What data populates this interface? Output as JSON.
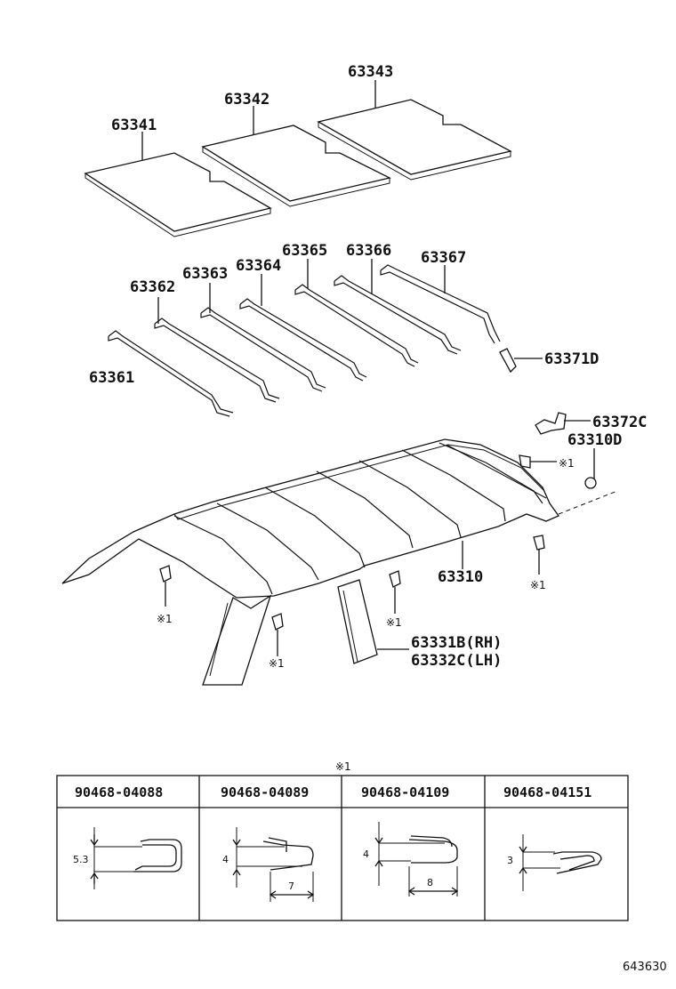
{
  "diagram_code": "643630",
  "parts": {
    "pad1": "63341",
    "pad2": "63342",
    "pad3": "63343",
    "bow1": "63361",
    "bow2": "63362",
    "bow3": "63363",
    "bow4": "63364",
    "bow5": "63365",
    "bow6": "63366",
    "bow7": "63367",
    "holder": "63371D",
    "clip_bracket": "63372C",
    "cap": "63310D",
    "headlining": "63310",
    "pillar_rh": "63331B(RH)",
    "pillar_lh": "63332C(LH)"
  },
  "clip_mark": "※1",
  "clip_table": {
    "title": "※1",
    "columns": [
      {
        "part_no": "90468-04088",
        "dims": [
          "5.3"
        ]
      },
      {
        "part_no": "90468-04089",
        "dims": [
          "4",
          "7"
        ]
      },
      {
        "part_no": "90468-04109",
        "dims": [
          "4",
          "8"
        ]
      },
      {
        "part_no": "90468-04151",
        "dims": [
          "3"
        ]
      }
    ]
  }
}
